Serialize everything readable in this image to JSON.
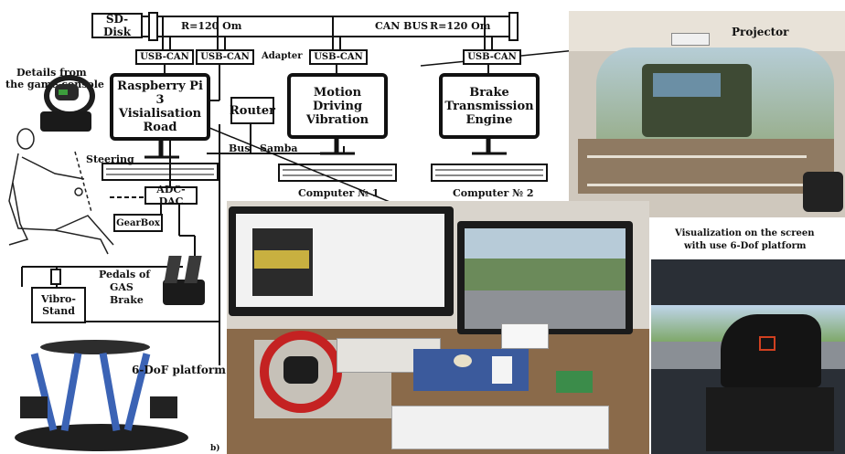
{
  "storage": {
    "sd_disk": "SD-Disk"
  },
  "can": {
    "bus": "CAN BUS",
    "resistor_left": "R=120 Om",
    "resistor_right": "R=120 Om",
    "adapter": "Adapter",
    "usb_can": "USB-CAN"
  },
  "pc_rpi": {
    "line1": "Raspberry Pi 3",
    "line2": "Visialisation",
    "line3": "Road"
  },
  "pc_motion": {
    "line1": "Motion",
    "line2": "Driving",
    "line3": "Vibration"
  },
  "pc_brake": {
    "line1": "Brake",
    "line2": "Transmission",
    "line3": "Engine"
  },
  "router": "Router",
  "bus_label": "Bus",
  "samba_label": "Samba",
  "computer1": "Computer № 1",
  "computer2": "Computer № 2",
  "details": {
    "line1": "Details from",
    "line2": "the game console"
  },
  "steering": "Steering",
  "adc_dac": "ADC-DAC",
  "gearbox": "GearBox",
  "pedals": {
    "line1": "Pedals of",
    "line2": "GAS",
    "line3": "Brake"
  },
  "vibro": {
    "line1": "Vibro-",
    "line2": "Stand"
  },
  "platform": "6-DoF platform",
  "projector": "Projector",
  "visualization": {
    "line1": "Visualization on the screen",
    "line2": "with use 6-Dof platform"
  },
  "sub_label": "b)"
}
